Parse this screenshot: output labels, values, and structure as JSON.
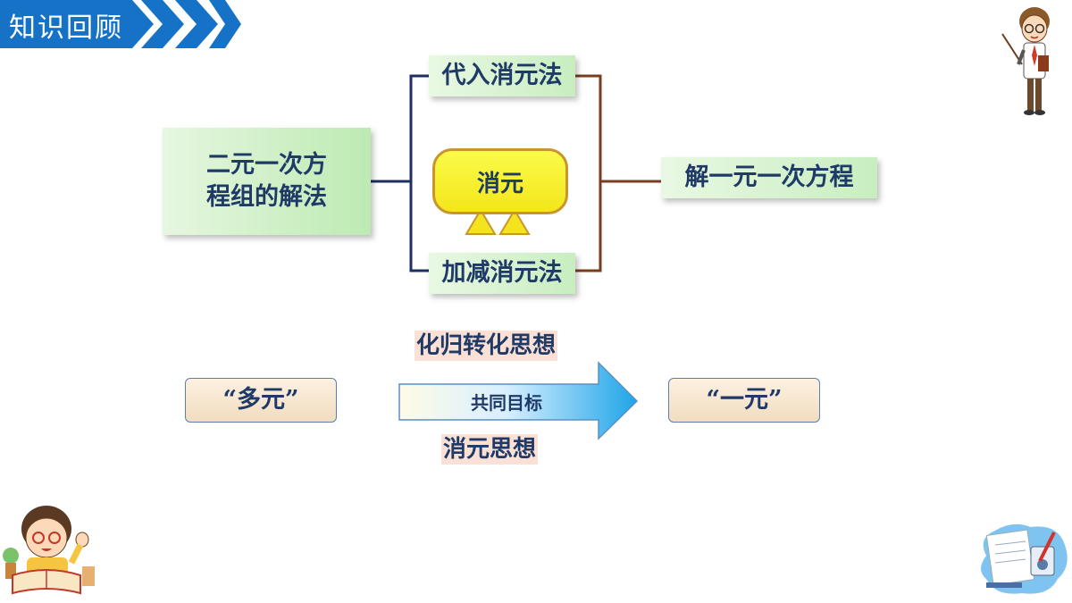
{
  "header": {
    "title": "知识回顾"
  },
  "mind_map": {
    "root": "二元一次方程组的解法",
    "root_lines": [
      "二元一次方",
      "程组的解法"
    ],
    "methods": [
      "代入消元法",
      "加减消元法"
    ],
    "center": "消元",
    "result": "解一元一次方程"
  },
  "bottom": {
    "from": "“多元”",
    "to": "“一元”",
    "arrow_label": "共同目标",
    "above_label": "化归转化思想",
    "below_label": "消元思想"
  },
  "colors": {
    "banner_blue": "#1572c6",
    "text_navy": "#1f3a66",
    "line_navy": "#1d2f63",
    "line_brown": "#7a3e1e",
    "oval_yellow": "#f5e82a"
  }
}
